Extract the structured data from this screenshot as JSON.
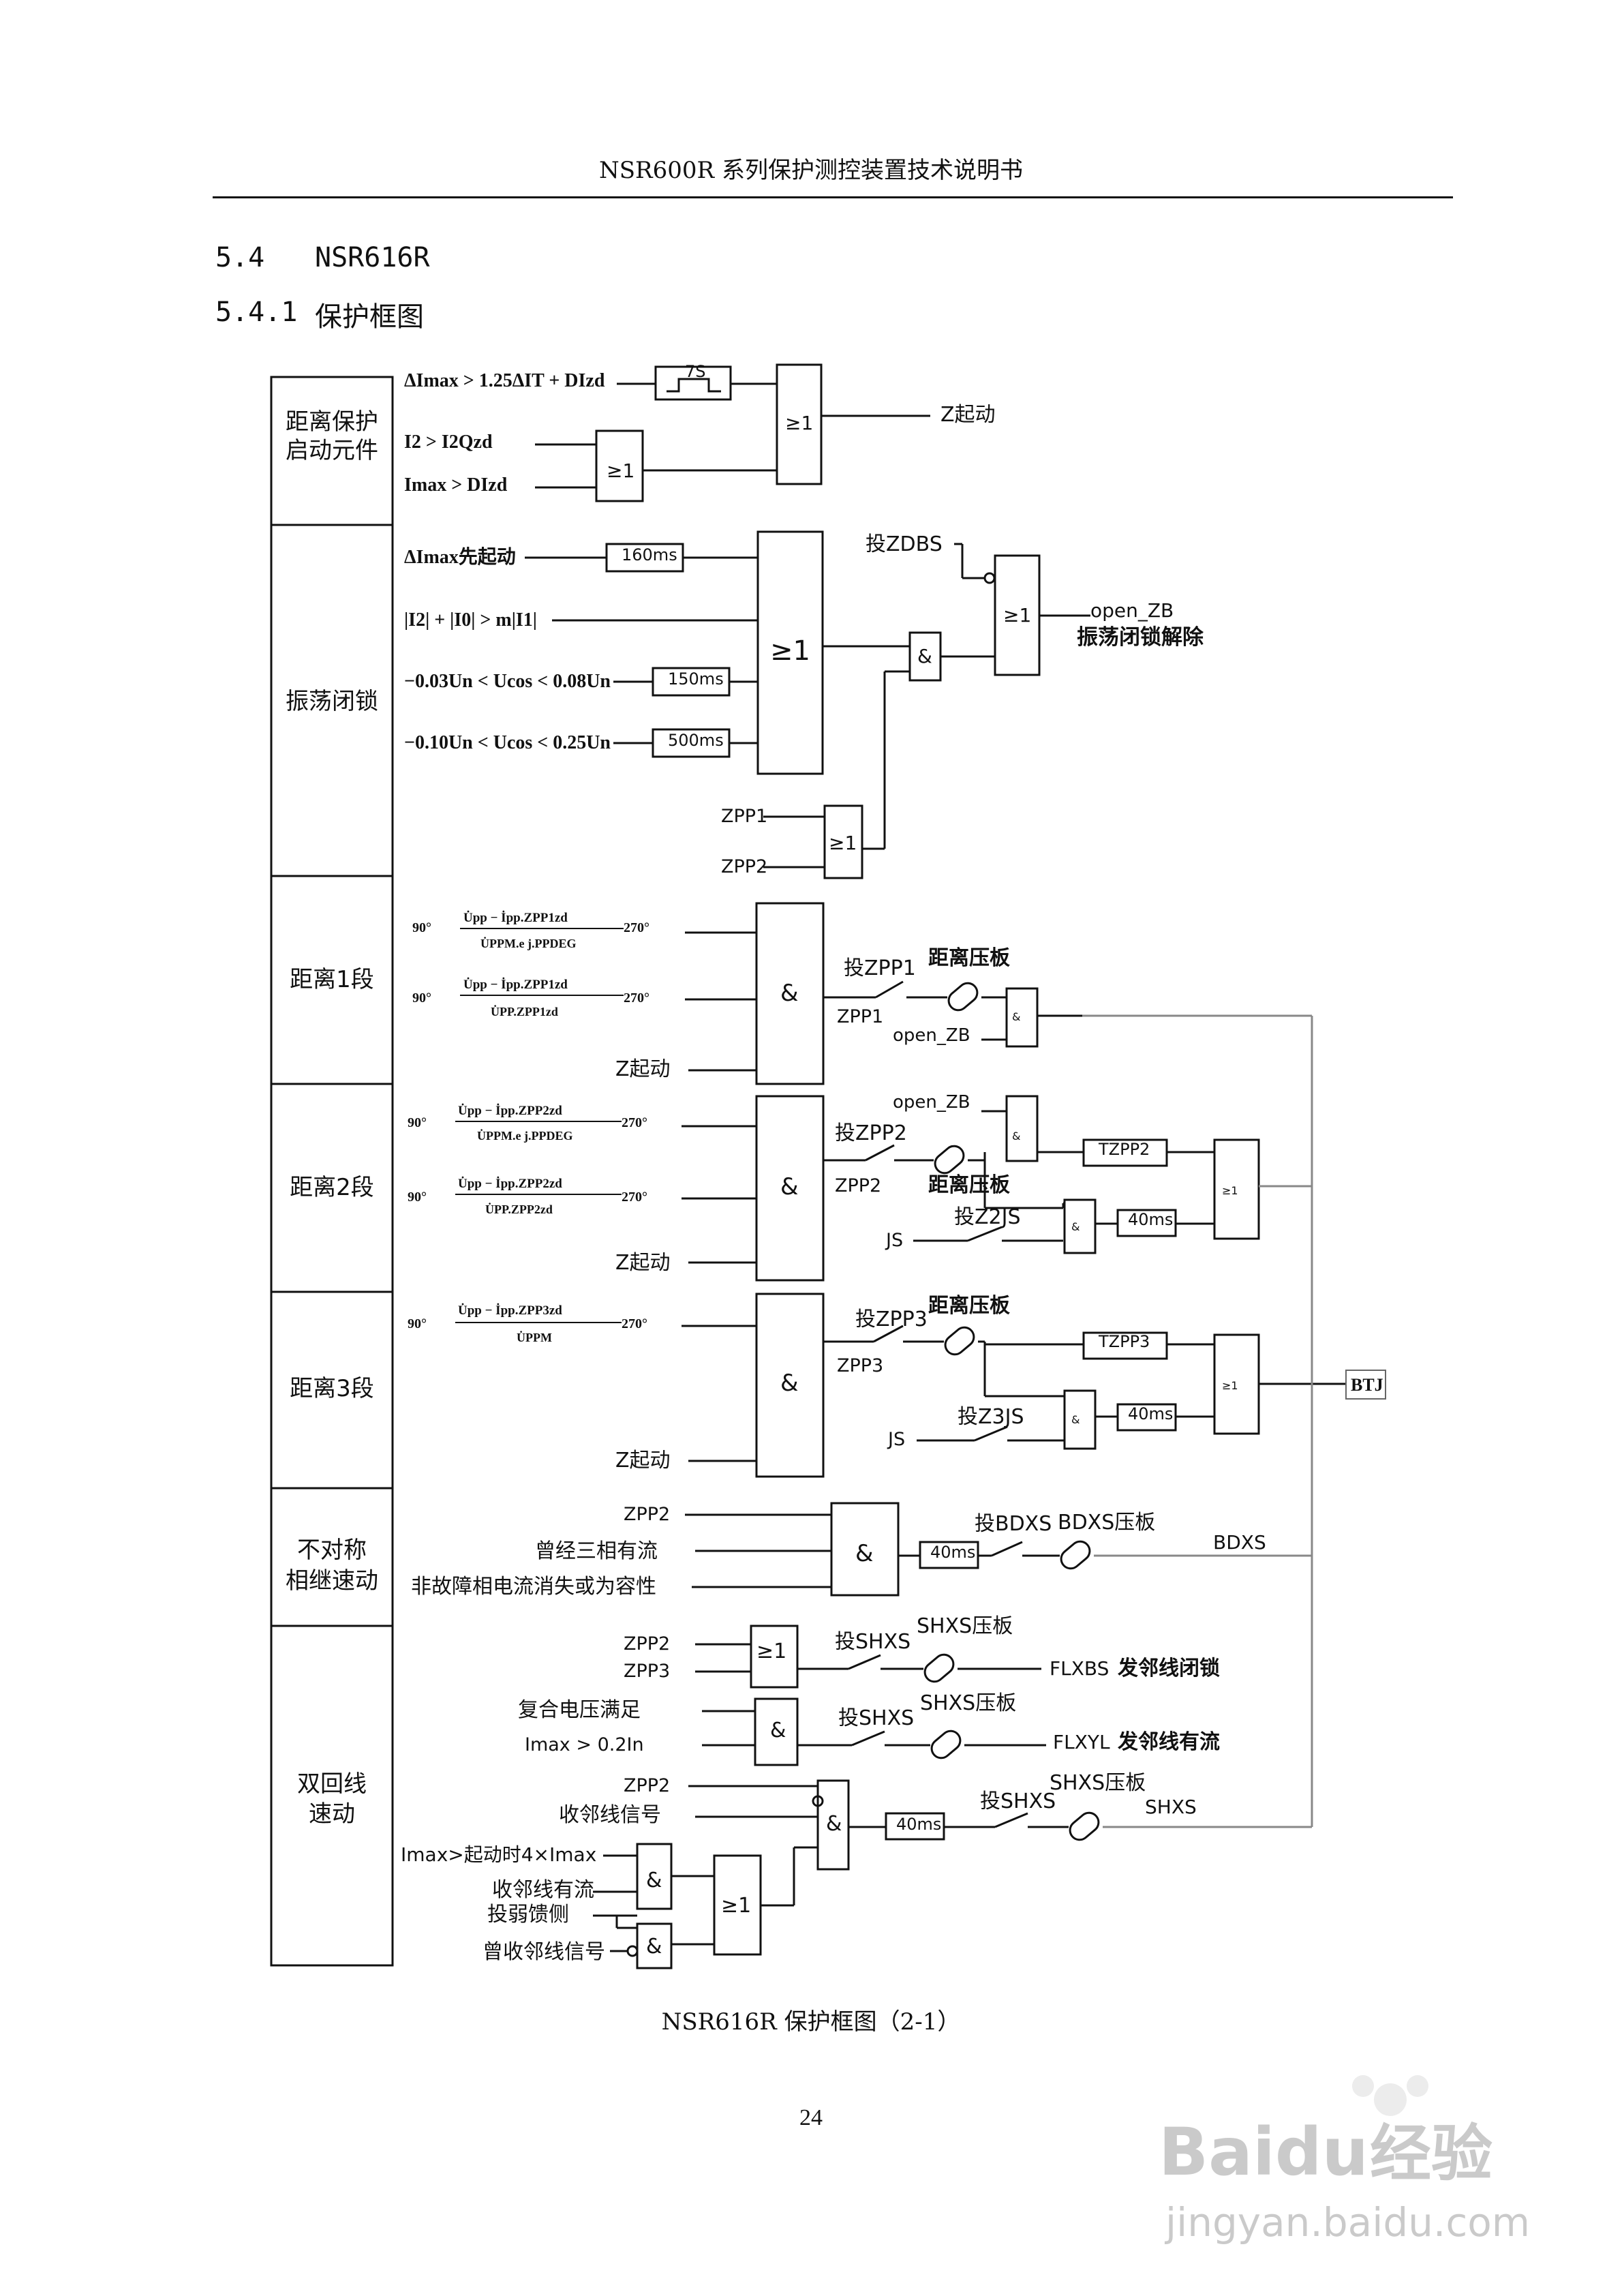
{
  "header": "NSR600R 系列保护测控装置技术说明书",
  "section": {
    "num": "5.4",
    "title": "NSR616R"
  },
  "subsection": {
    "num": "5.4.1",
    "title": "保护框图"
  },
  "caption": "NSR616R 保护框图（2-1）",
  "page_number": "24",
  "rows": {
    "r1": "距离保护\n启动元件",
    "r2": "振荡闭锁",
    "r3": "距离1段",
    "r4": "距离2段",
    "r5": "距离3段",
    "r6": "不对称\n相继速动",
    "r7": "双回线\n速动"
  },
  "sig": {
    "s1a": "ΔImax > 1.25ΔIT + DIzd",
    "s1b": "I2 > I2Qzd",
    "s1c": "Imax > DIzd",
    "s2a": "ΔImax先起动",
    "s2b": "|I2| + |I0| > m|I1|",
    "s2c": "−0.03Un < Ucos < 0.08Un",
    "s2d": "−0.10Un < Ucos < 0.25Un",
    "zpp1": "ZPP1",
    "zpp2": "ZPP2",
    "zpp3": "ZPP3",
    "zqd": "Z起动",
    "js": "JS",
    "open_zb": "open_ZB",
    "s6b": "曾经三相有流",
    "s6c": "非故障相电流消失或为容性",
    "s7c": "复合电压满足",
    "s7d": "Imax > 0.2In",
    "s7f": "收邻线信号",
    "s7g": "Imax>起动时4×Imax",
    "s7h": "收邻线有流",
    "s7i": "投弱馈侧",
    "s7j": "曾收邻线信号"
  },
  "formula": {
    "angle_lo": "90°",
    "angle_hi": "270°",
    "f1": "U̇pp − İpp.ZPP1zd",
    "f1d": "U̇PPM.e j.PPDEG",
    "f2d": "U̇PP.ZPP1zd",
    "f3": "U̇pp − İpp.ZPP2zd",
    "f3d": "U̇PPM.e j.PPDEG",
    "f4": "U̇pp − İpp.ZPP2zd",
    "f4d": "U̇PP.ZPP2zd",
    "f5": "U̇pp − İpp.ZPP3zd",
    "f5d": "U̇PPM"
  },
  "gate": {
    "or": "≥1",
    "and": "&"
  },
  "timer": {
    "t7s": "7S",
    "t160": "160ms",
    "t150": "150ms",
    "t500": "500ms",
    "t40": "40ms",
    "tzpp2": "TZPP2",
    "tzpp3": "TZPP3"
  },
  "out": {
    "zqd": "Z起动",
    "open_zb": "open_ZB",
    "zb_release": "振荡闭锁解除",
    "bdxs": "BDXS",
    "flxbs": "FLXBS",
    "flxbs_cn": "发邻线闭锁",
    "flxyl": "FLXYL",
    "flxyl_cn": "发邻线有流",
    "shxs": "SHXS",
    "btj": "BTJ"
  },
  "sw": {
    "zdbs": "投ZDBS",
    "zpp1": "投ZPP1",
    "zpp2": "投ZPP2",
    "zpp3": "投ZPP3",
    "z2js": "投Z2JS",
    "z3js": "投Z3JS",
    "bdxs": "投BDXS",
    "shxs": "投SHXS",
    "plate_dist": "距离压板",
    "plate_bdxs": "BDXS压板",
    "plate_shxs": "SHXS压板"
  },
  "watermark": {
    "brand": "Baidu",
    "brand_cn": "经验",
    "url": "jingyan.baidu.com"
  }
}
